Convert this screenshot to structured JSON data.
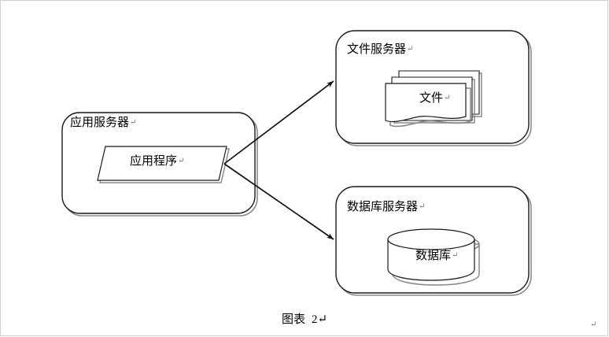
{
  "page": {
    "background": "#ffffff",
    "stroke_color": "#1a1a1a",
    "shadow_color": "#808080",
    "pilcrow": "↵"
  },
  "nodes": {
    "app_server": {
      "label": "应用服务器",
      "inner": {
        "label": "应用程序",
        "shape": "parallelogram"
      }
    },
    "file_server": {
      "label": "文件服务器",
      "inner": {
        "label": "文件",
        "shape": "multidocument"
      }
    },
    "db_server": {
      "label": "数据库服务器",
      "inner": {
        "label": "数据库",
        "shape": "cylinder"
      }
    }
  },
  "connectors": [
    {
      "name": "app-to-file",
      "from": "app_server",
      "to": "file_server",
      "arrowhead": "filled-triangle"
    },
    {
      "name": "app-to-db",
      "from": "app_server",
      "to": "db_server",
      "arrowhead": "filled-triangle"
    }
  ],
  "caption": {
    "prefix": "图表",
    "number": "2"
  }
}
